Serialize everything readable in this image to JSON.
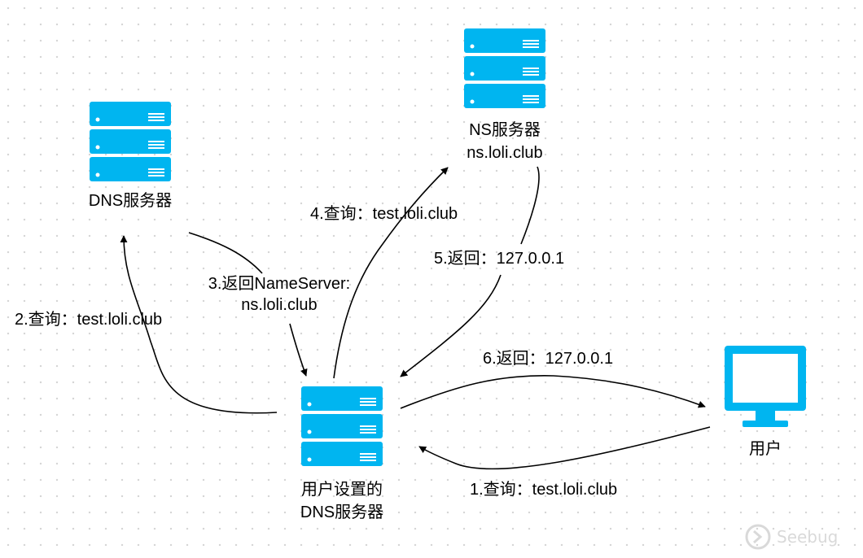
{
  "nodes": {
    "dns_server": {
      "label": "DNS服务器"
    },
    "ns_server": {
      "line1": "NS服务器",
      "line2": "ns.loli.club"
    },
    "user_dns": {
      "line1": "用户设置的",
      "line2": "DNS服务器"
    },
    "user": {
      "label": "用户"
    }
  },
  "steps": {
    "s1": "1.查询：test.loli.club",
    "s2": "2.查询：test.loli.club",
    "s3_line1": "3.返回NameServer:",
    "s3_line2": "ns.loli.club",
    "s4": "4.查询：test.loli.club",
    "s5": "5.返回：127.0.0.1",
    "s6": "6.返回：127.0.0.1"
  },
  "watermark": {
    "text": "Seebug"
  },
  "colors": {
    "server": "#00b5f0",
    "monitor": "#00b5f0",
    "line": "#000000"
  }
}
